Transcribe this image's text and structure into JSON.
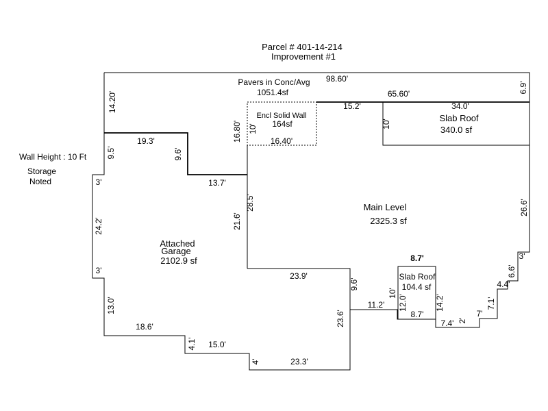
{
  "header": {
    "parcel": "Parcel # 401-14-214",
    "improvement": "Improvement #1"
  },
  "notes": {
    "wall_height": "Wall Height : 10 Ft",
    "storage_line1": "Storage",
    "storage_line2": "Noted"
  },
  "areas": {
    "pavers_title": "Pavers in Conc/Avg",
    "pavers_area": "1051.4sf",
    "encl_title": "Encl Solid Wall",
    "encl_area": "164sf",
    "slab_top_title": "Slab Roof",
    "slab_top_area": "340.0 sf",
    "main_title": "Main Level",
    "main_area": "2325.3 sf",
    "garage_title1": "Attached",
    "garage_title2": "Garage",
    "garage_area": "2102.9 sf",
    "slab_small_title": "Slab Roof",
    "slab_small_area": "104.4 sf"
  },
  "dims": {
    "d_98_60": "98.60'",
    "d_65_60": "65.60'",
    "d_6_9": "6.9'",
    "d_14_20": "14.20'",
    "d_15_2": "15.2'",
    "d_34_0": "34.0'",
    "d_10_slab": "10'",
    "d_16_80": "16.80'",
    "d_10_encl": "10'",
    "d_16_40": "16.40'",
    "d_19_3": "19.3'",
    "d_9_5": "9.5'",
    "d_9_6_top": "9.6'",
    "d_13_7": "13.7'",
    "d_28_5": "28.5'",
    "d_21_6": "21.6'",
    "d_3_top": "3'",
    "d_24_2": "24.2'",
    "d_3_bot": "3'",
    "d_13_0": "13.0'",
    "d_18_6": "18.6'",
    "d_4_1": "4.1'",
    "d_15_0": "15.0'",
    "d_4": "4'",
    "d_23_3": "23.3'",
    "d_23_9": "23.9'",
    "d_23_6": "23.6'",
    "d_9_6_mid": "9.6'",
    "d_11_2": "11.2'",
    "d_8_7_top": "8.7'",
    "d_10_small": "10'",
    "d_12_0": "12.0'",
    "d_8_7_bot": "8.7'",
    "d_14_2": "14.2'",
    "d_7_4": "7.4'",
    "d_2": "2'",
    "d_7": "7'",
    "d_7_1": "7.1'",
    "d_4_4": "4.4'",
    "d_6_6": "6.6'",
    "d_3_right": "3'",
    "d_26_6": "26.6'"
  }
}
